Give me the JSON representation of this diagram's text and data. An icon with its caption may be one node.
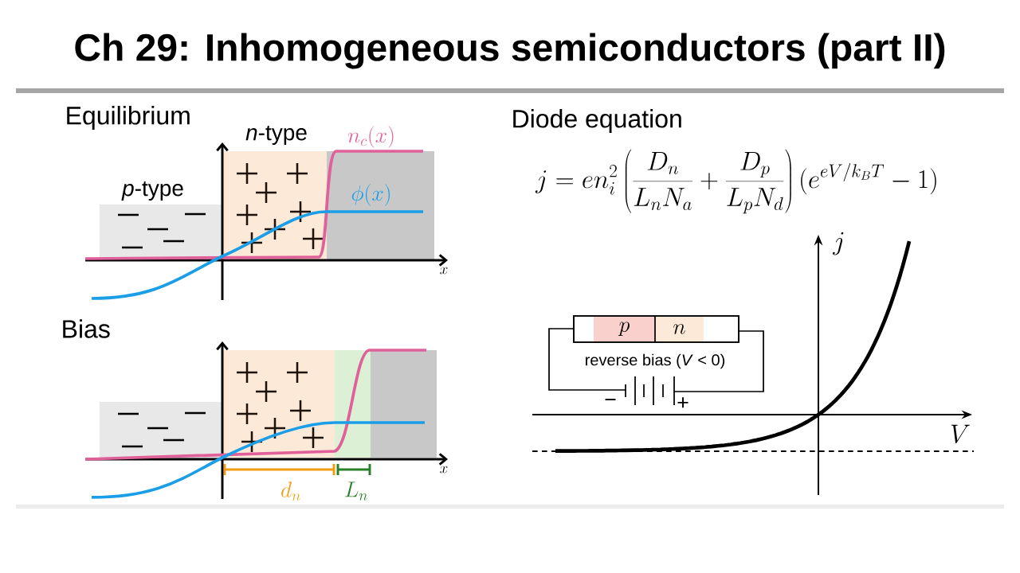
{
  "diagram": {
    "title": "Ch 29: Inhomogeneous semiconductors (part II)",
    "nodes": [
      {
        "text": [
          "p"
        ]
      },
      {
        "text": [
          "n"
        ]
      }
    ],
    "labels": [
      "Equilibrium",
      "*n*-type",
      "n_c(x)",
      "Diode equation",
      "*p*-type",
      "\\phi(x)",
      "j = e n_i^2 \\left( \\frac{D_n}{L_n N_a} + \\frac{D_p}{L_p N_d} \\right) (e^{eV/k_BT} - 1)",
      "x",
      "Bias",
      "j",
      "reverse bias (*V* < 0)",
      "−",
      "+",
      "V",
      "x",
      "d_n",
      "L_n"
    ]
  }
}
